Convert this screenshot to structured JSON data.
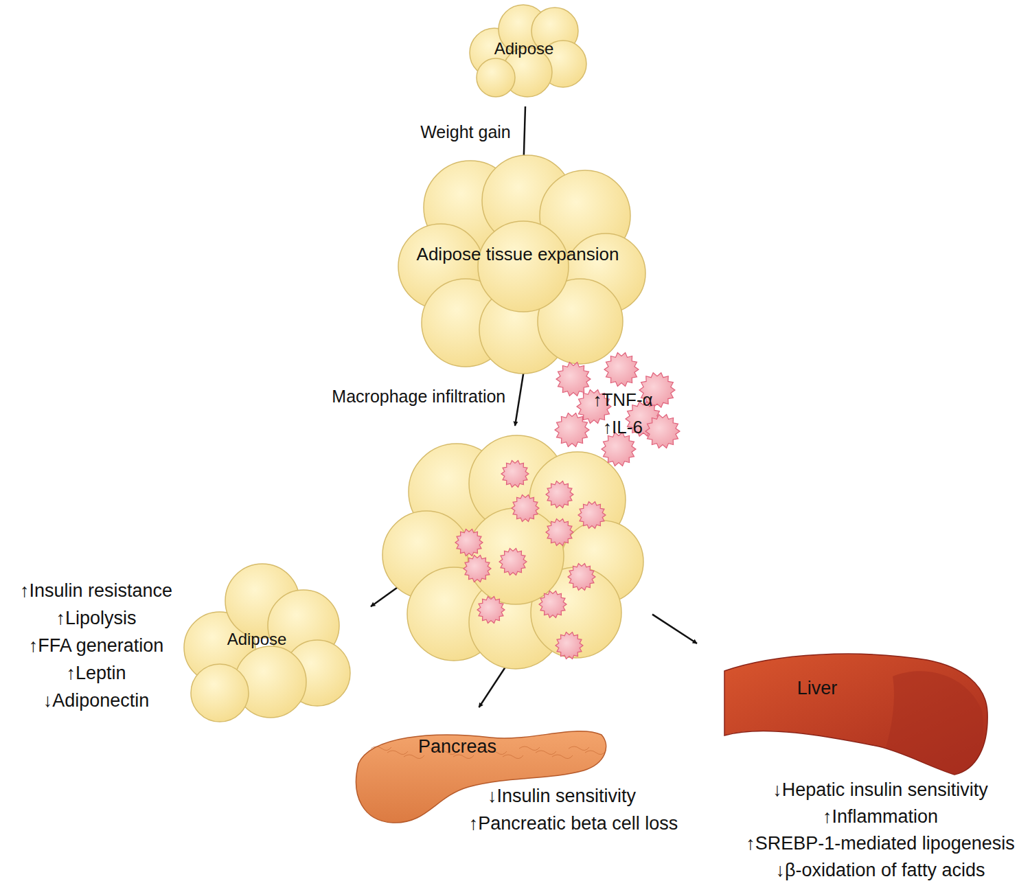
{
  "diagram": {
    "nodes": [
      {
        "text": [
          "Adipose"
        ]
      },
      {
        "text": [
          "Adipose tissue expansion"
        ]
      },
      {
        "text": [
          "↑TNF-α",
          "↑IL-6"
        ]
      },
      {
        "text": [
          "Adipose",
          "↑Insulin resistance",
          "↑Lipolysis",
          "↑FFA generation",
          "↑Leptin",
          "↓Adiponectin"
        ]
      },
      {
        "text": [
          "Pancreas",
          "↓Insulin sensitivity",
          "↑Pancreatic beta cell loss"
        ]
      },
      {
        "text": [
          "Liver",
          "↓Hepatic insulin sensitivity",
          "↑Inflammation",
          "↑SREBP-1-mediated lipogenesis",
          "↓β-oxidation of fatty acids"
        ]
      }
    ],
    "edges": [
      {
        "from": 0,
        "to": 1,
        "arrow": "to",
        "label": "Weight gain"
      },
      {
        "from": 1,
        "to": 2,
        "arrow": "to",
        "label": "Macrophage infiltration"
      },
      {
        "from": 2,
        "to": 3,
        "arrow": "to"
      },
      {
        "from": 2,
        "to": 4,
        "arrow": "to"
      },
      {
        "from": 2,
        "to": 5,
        "arrow": "to"
      }
    ]
  }
}
